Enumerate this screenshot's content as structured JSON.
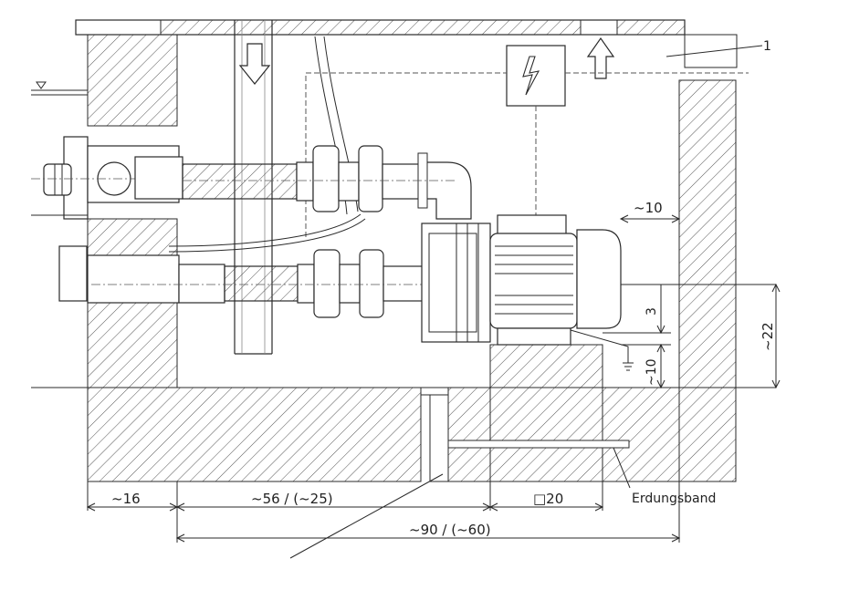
{
  "labels": {
    "ref_1": "1",
    "dim_10_top": "~10",
    "dim_3": "3",
    "dim_22": "~22",
    "dim_10_side": "~10",
    "dim_16": "~16",
    "dim_56": "~56 / (~25)",
    "dim_20": "□20",
    "dim_90": "~90 / (~60)",
    "grounding_strap": "Erdungsband"
  },
  "colors": {
    "line": "#2a2a2a",
    "hatch": "#555555",
    "background": "#ffffff"
  },
  "icons": {
    "inflow_arrow": "arrow-down-icon",
    "outflow_arrow": "arrow-up-icon",
    "electrical": "lightning-icon",
    "water_level": "water-level-triangle-icon",
    "ground": "ground-symbol-icon"
  }
}
